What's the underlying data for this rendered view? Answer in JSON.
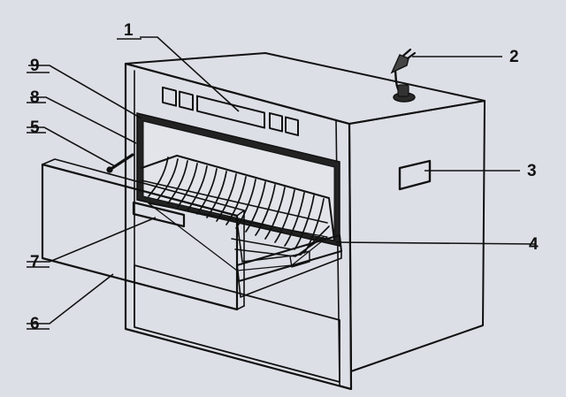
{
  "diagram": {
    "subject": "Built-in drawer unit, exploded view with numbered parts",
    "colors": {
      "background": "#dcdfe6",
      "line": "#111111",
      "face": "#e4e6ec",
      "dark": "#2a2a2a"
    },
    "callouts": [
      {
        "number": "1",
        "part": "control-panel"
      },
      {
        "number": "2",
        "part": "power-plug"
      },
      {
        "number": "3",
        "part": "side-vent"
      },
      {
        "number": "4",
        "part": "drawer-slide-rail"
      },
      {
        "number": "5",
        "part": "drawer-screw"
      },
      {
        "number": "6",
        "part": "drawer-front-panel"
      },
      {
        "number": "7",
        "part": "drawer-handle"
      },
      {
        "number": "8",
        "part": "door-seal"
      },
      {
        "number": "9",
        "part": "frame-edge"
      }
    ]
  }
}
